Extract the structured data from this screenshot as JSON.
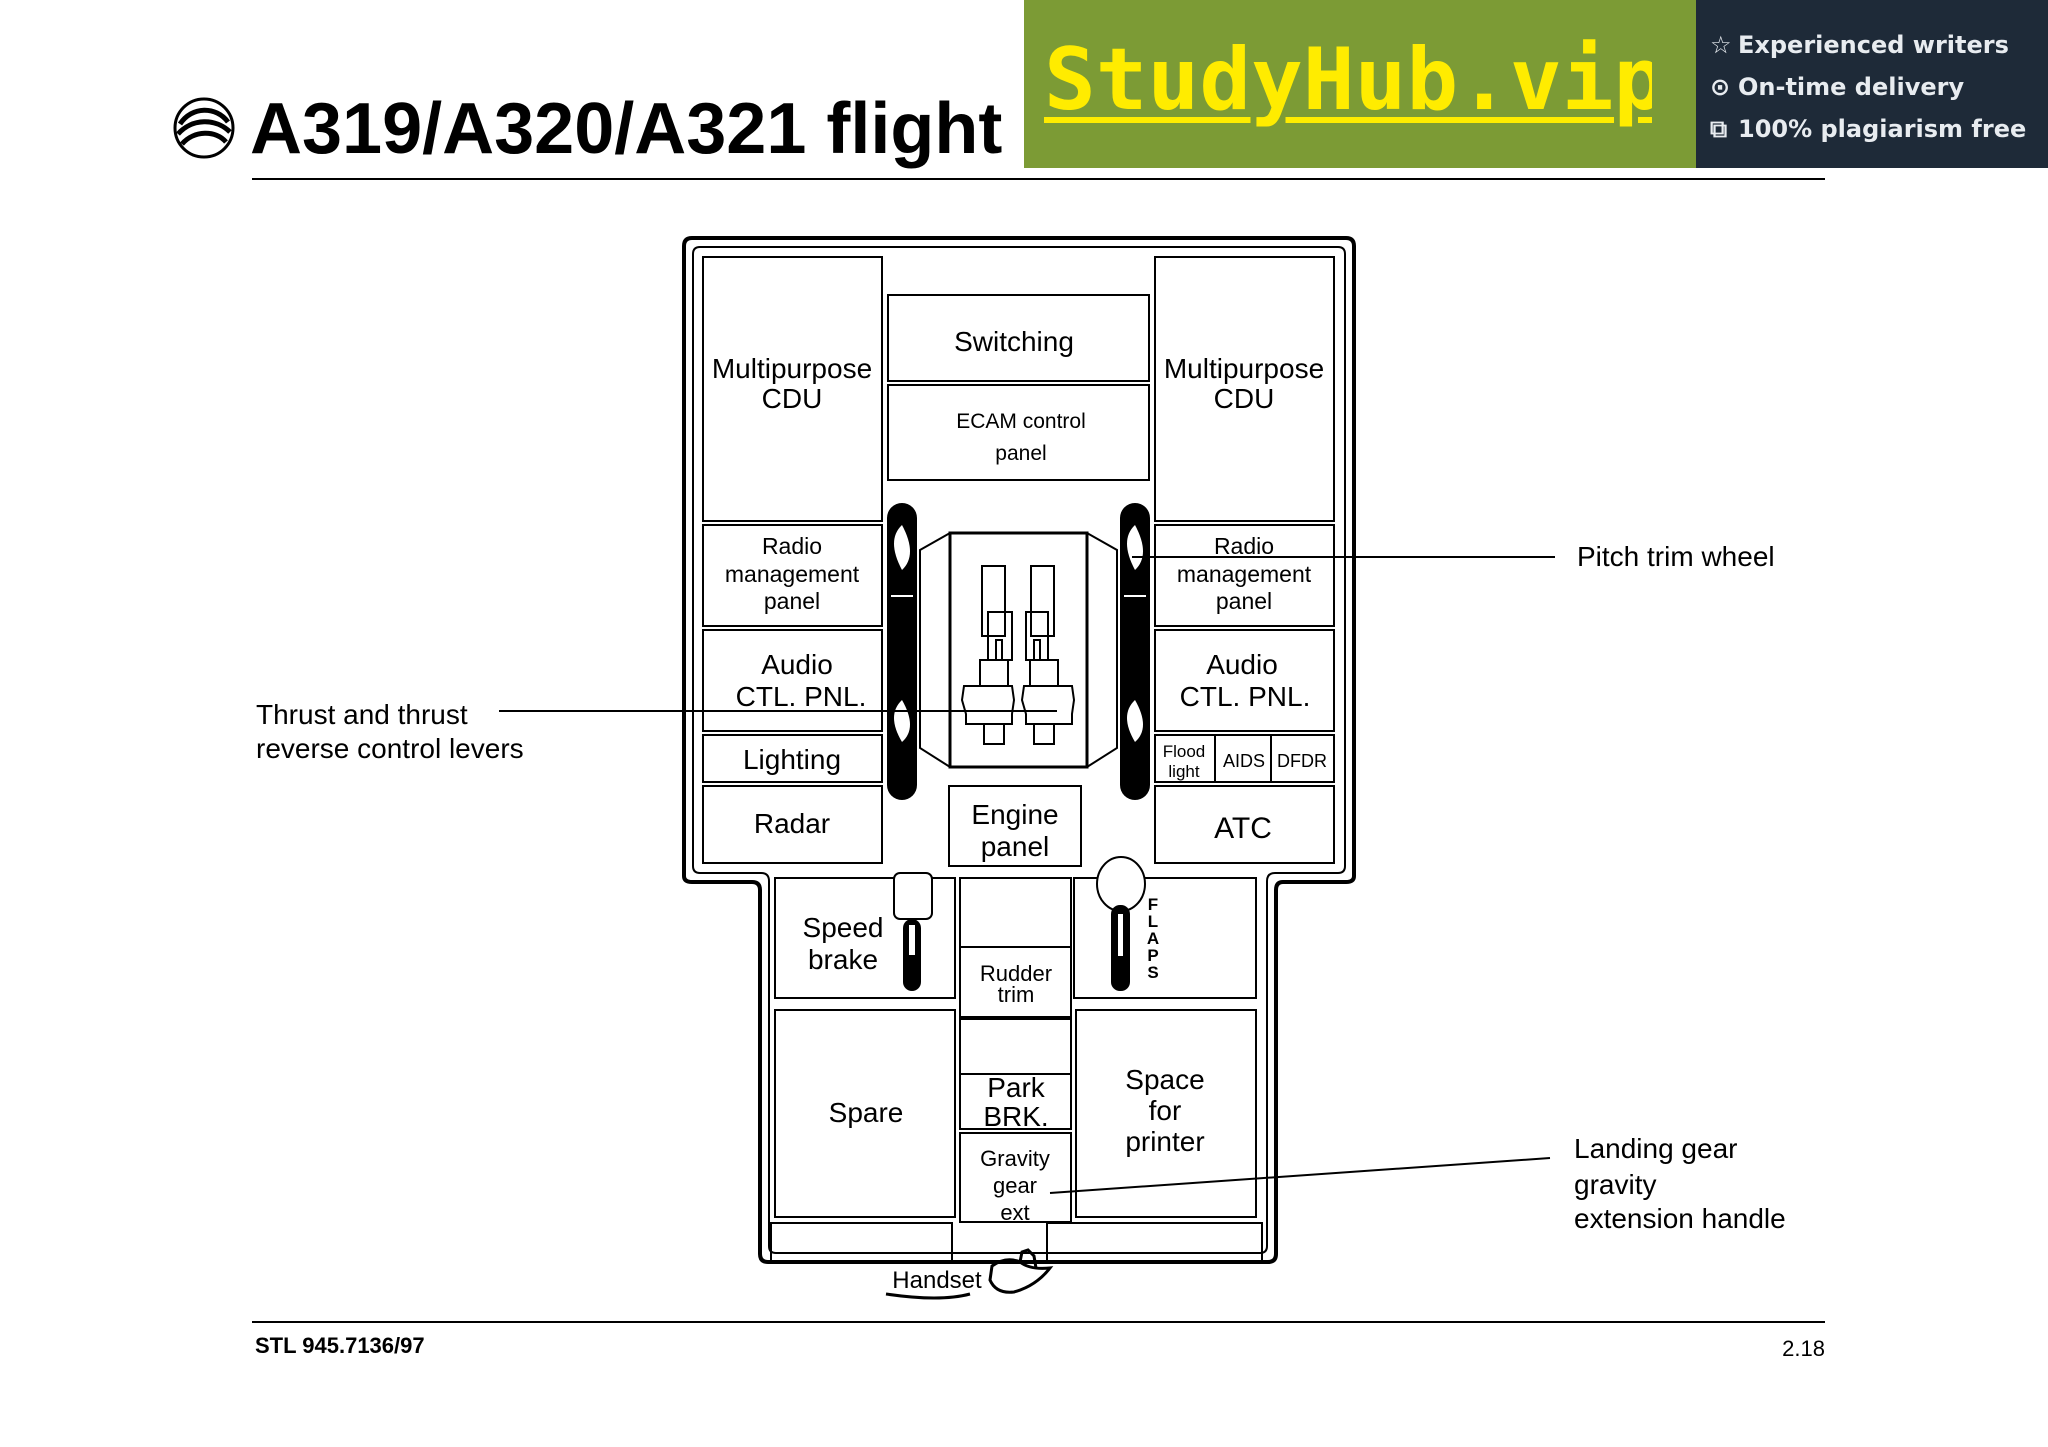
{
  "header": {
    "title": "A319/A320/A321 flight"
  },
  "advert": {
    "brand": "StudyHub.vip",
    "lines": [
      {
        "icon": "star-icon",
        "glyph": "☆",
        "text": "Experienced writers"
      },
      {
        "icon": "clock-icon",
        "glyph": "⊙",
        "text": "On-time delivery"
      },
      {
        "icon": "copy-icon",
        "glyph": "⧉",
        "text": "100% plagiarism free"
      }
    ]
  },
  "diagram": {
    "left_cdu": [
      "Multipurpose",
      "CDU"
    ],
    "right_cdu": [
      "Multipurpose",
      "CDU"
    ],
    "switching": "Switching",
    "ecam": [
      "ECAM control",
      "panel"
    ],
    "left_radio": [
      "Radio",
      "management",
      "panel"
    ],
    "right_radio": [
      "Radio",
      "management",
      "panel"
    ],
    "left_audio": [
      "Audio",
      "CTL. PNL."
    ],
    "right_audio": [
      "Audio",
      "CTL. PNL."
    ],
    "lighting": "Lighting",
    "flood_light": [
      "Flood",
      "light"
    ],
    "aids": "AIDS",
    "dfdr": "DFDR",
    "radar": "Radar",
    "engine_panel": [
      "Engine",
      "panel"
    ],
    "atc": "ATC",
    "speed_brake": [
      "Speed",
      "brake"
    ],
    "rudder_trim": [
      "Rudder",
      "trim"
    ],
    "flaps": [
      "F",
      "L",
      "A",
      "P",
      "S"
    ],
    "spare": "Spare",
    "park_brk": [
      "Park",
      "BRK."
    ],
    "gravity_gear": [
      "Gravity",
      "gear",
      "ext"
    ],
    "printer": [
      "Space",
      "for",
      "printer"
    ],
    "handset": "Handset"
  },
  "callouts": {
    "pitch_trim": "Pitch trim wheel",
    "thrust_levers": [
      "Thrust and thrust",
      "reverse control levers"
    ],
    "landing_gear": [
      "Landing gear",
      "gravity",
      "extension handle"
    ]
  },
  "footer": {
    "doc_ref": "STL 945.7136/97",
    "page": "2.18"
  }
}
